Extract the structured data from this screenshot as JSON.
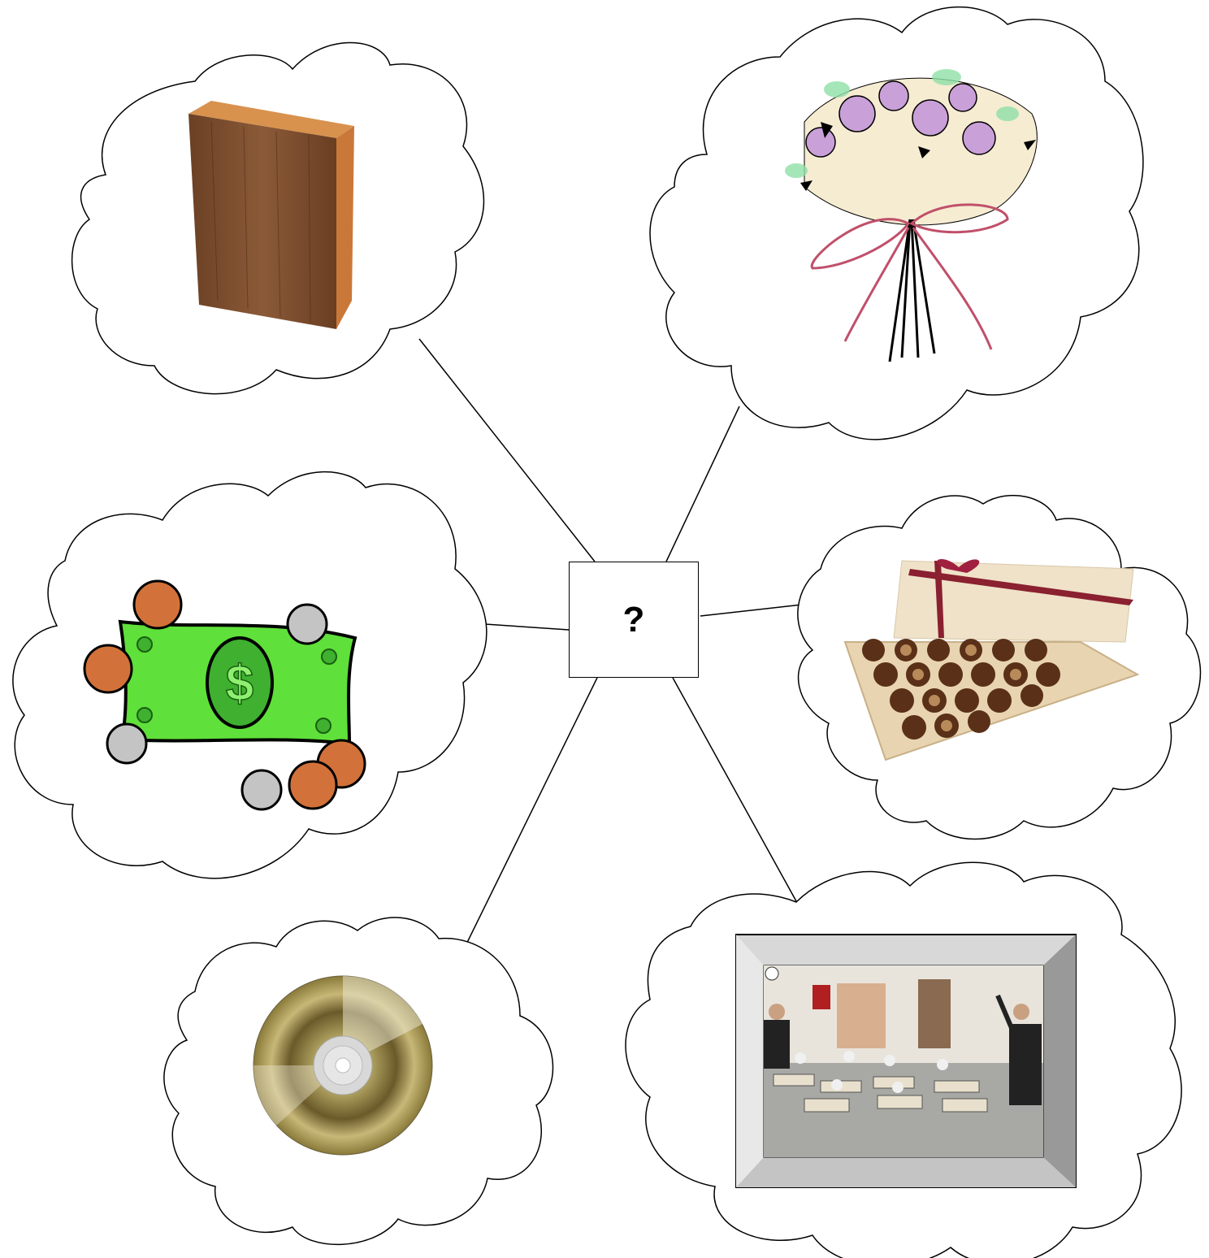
{
  "center": {
    "label": "?"
  },
  "bubbles": [
    {
      "id": "book",
      "icon": "book-icon"
    },
    {
      "id": "flowers",
      "icon": "flower-bouquet-icon"
    },
    {
      "id": "money",
      "icon": "money-icon"
    },
    {
      "id": "chocolates",
      "icon": "chocolate-box-icon"
    },
    {
      "id": "cd",
      "icon": "cd-disc-icon"
    },
    {
      "id": "classroom",
      "icon": "classroom-photo-icon"
    }
  ]
}
